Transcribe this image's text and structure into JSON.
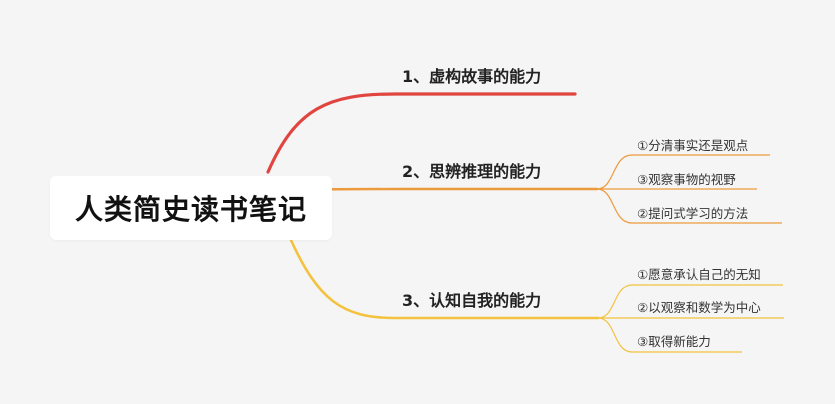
{
  "root": {
    "title": "人类简史读书笔记"
  },
  "colors": {
    "branch1": "#e0453f",
    "branch2": "#ec9a3c",
    "branch3": "#f3c23f"
  },
  "branches": [
    {
      "label": "1、虚构故事的能力",
      "children": []
    },
    {
      "label": "2、思辨推理的能力",
      "children": [
        "①分清事实还是观点",
        "③观察事物的视野",
        "②提问式学习的方法"
      ]
    },
    {
      "label": "3、认知自我的能力",
      "children": [
        "①愿意承认自己的无知",
        "②以观察和数学为中心",
        "③取得新能力"
      ]
    }
  ]
}
